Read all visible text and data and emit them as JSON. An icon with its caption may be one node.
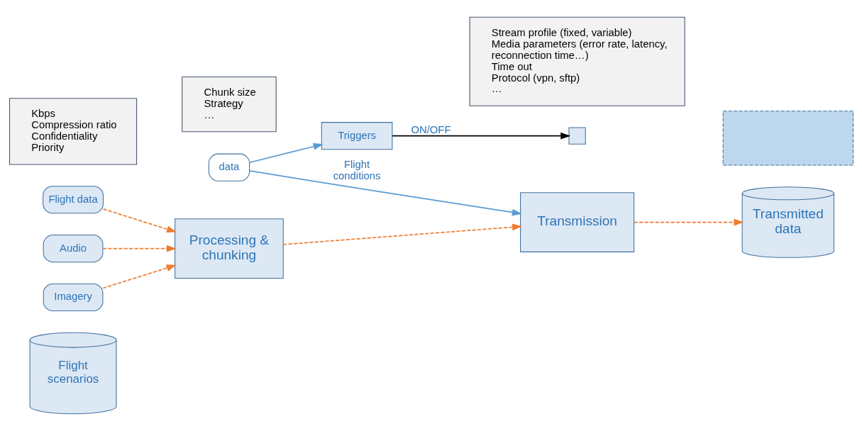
{
  "diagram": {
    "nodes": [
      {
        "text": [
          "Flight scenarios"
        ]
      },
      {
        "text": [
          "data"
        ]
      },
      {
        "text": [
          "Triggers"
        ]
      },
      {
        "text": [
          "Flight data"
        ]
      },
      {
        "text": [
          "Audio"
        ]
      },
      {
        "text": [
          "Imagery"
        ]
      },
      {
        "text": [
          "Processing & chunking"
        ]
      },
      {
        "text": [],
        "shape": "box"
      },
      {
        "text": [
          "Transmission"
        ]
      },
      {
        "text": [
          "Transmitted data"
        ]
      },
      {
        "text": [],
        "shape": "box"
      },
      {
        "text": [
          "Kbps",
          "Compression ratio",
          "Confidentiality",
          "Priority"
        ]
      },
      {
        "text": [
          "Chunk size",
          "Strategy",
          "…"
        ]
      },
      {
        "text": [
          "Stream profile (fixed, variable)",
          "Media parameters (error rate, latency, reconnection time…)",
          "Time out",
          "Protocol (vpn, sftp)",
          "…"
        ]
      }
    ],
    "edges": [
      {
        "from": 1,
        "to": 8,
        "arrow": "to",
        "label": "Flight conditions",
        "color": "#5b9bd5"
      },
      {
        "from": 1,
        "to": 2,
        "arrow": "to",
        "color": "#5b9bd5"
      },
      {
        "from": 2,
        "to": 7,
        "arrow": "to",
        "label": "ON/OFF",
        "color": "#000000"
      },
      {
        "from": 3,
        "to": 6,
        "arrow": "to",
        "style": "dashed"
      },
      {
        "from": 4,
        "to": 6,
        "arrow": "to",
        "style": "dashed"
      },
      {
        "from": 5,
        "to": 6,
        "arrow": "to",
        "style": "dashed"
      },
      {
        "from": 6,
        "to": 8,
        "arrow": "to",
        "style": "dashed"
      },
      {
        "from": 8,
        "to": 9,
        "arrow": "to",
        "style": "dashed"
      }
    ]
  }
}
